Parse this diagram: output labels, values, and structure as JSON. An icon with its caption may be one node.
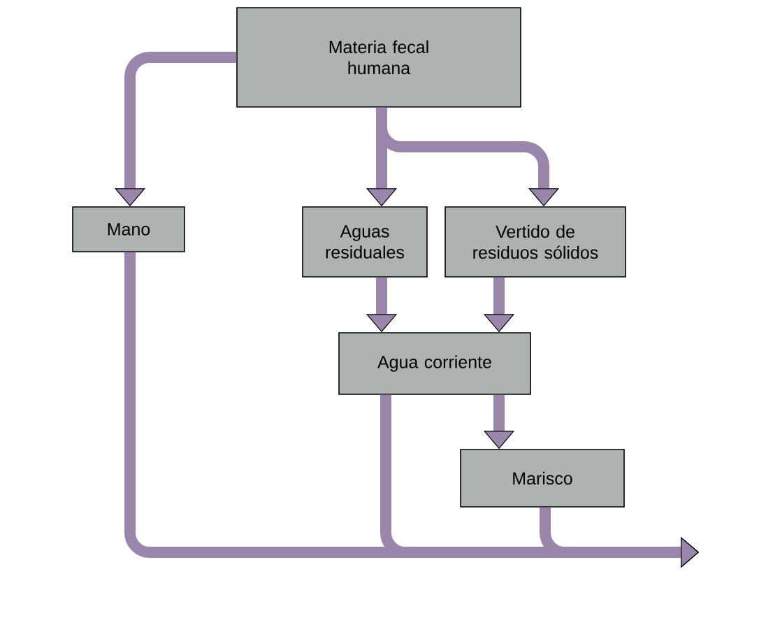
{
  "diagram": {
    "nodes": [
      {
        "text": [
          "Materia fecal humana"
        ]
      },
      {
        "text": [
          "Mano"
        ]
      },
      {
        "text": [
          "Aguas residuales"
        ]
      },
      {
        "text": [
          "Vertido de residuos sólidos"
        ]
      },
      {
        "text": [
          "Agua corriente"
        ]
      },
      {
        "text": [
          "Marisco"
        ]
      }
    ],
    "edges": [
      {
        "from": 0,
        "to": 1,
        "arrow": "to"
      },
      {
        "from": 0,
        "to": 2,
        "arrow": "to"
      },
      {
        "from": 0,
        "to": 3,
        "arrow": "to"
      },
      {
        "from": 2,
        "to": 4,
        "arrow": "to"
      },
      {
        "from": 3,
        "to": 4,
        "arrow": "to"
      },
      {
        "from": 4,
        "to": 5,
        "arrow": "to"
      },
      {
        "from": 1,
        "to": null,
        "arrow": "to"
      },
      {
        "from": 4,
        "to": null,
        "arrow": "to"
      },
      {
        "from": 5,
        "to": null,
        "arrow": "to"
      }
    ]
  }
}
